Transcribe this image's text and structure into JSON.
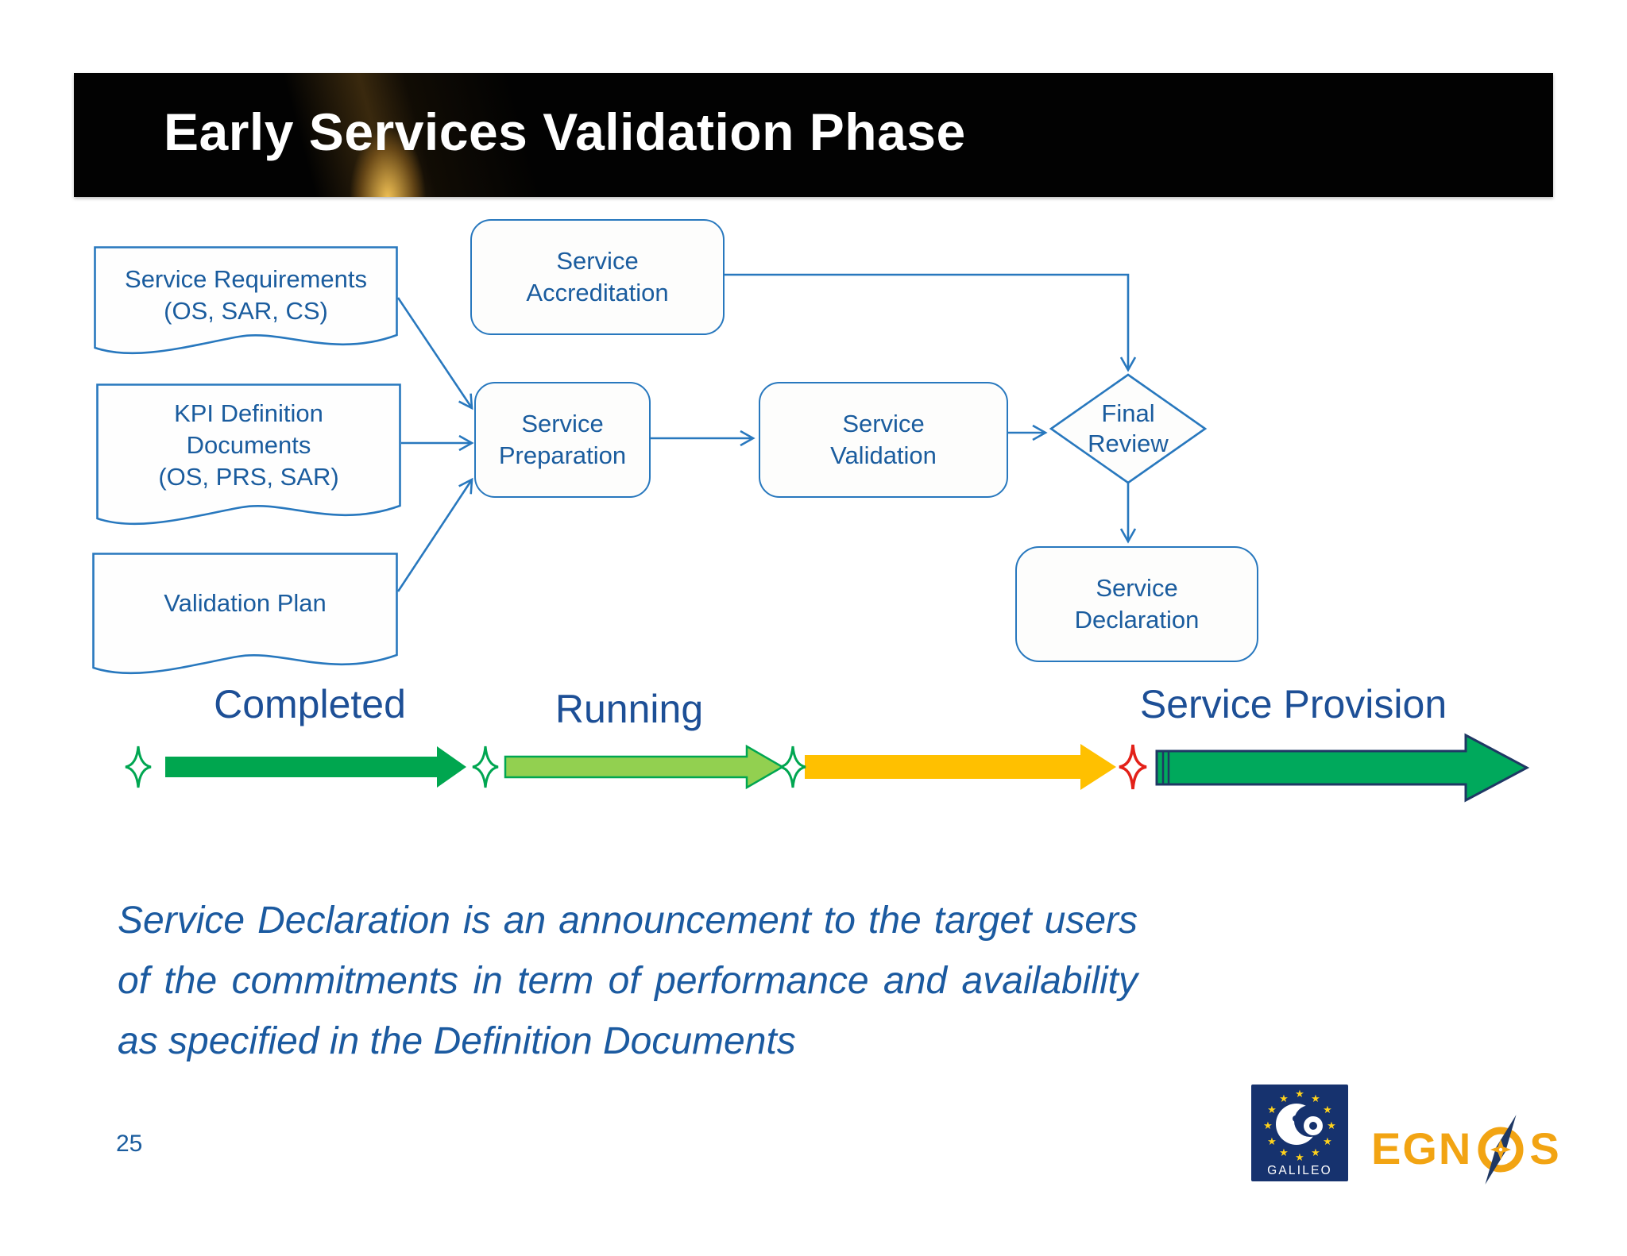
{
  "slide": {
    "title": "Early Services Validation Phase",
    "page_number": "25"
  },
  "flowchart": {
    "inputs": [
      {
        "lines": [
          "Service Requirements",
          "(OS, SAR, CS)"
        ]
      },
      {
        "lines": [
          "KPI Definition",
          "Documents",
          "(OS, PRS, SAR)"
        ]
      },
      {
        "lines": [
          "Validation Plan"
        ]
      }
    ],
    "steps": [
      {
        "lines": [
          "Service",
          "Accreditation"
        ]
      },
      {
        "lines": [
          "Service",
          "Preparation"
        ]
      },
      {
        "lines": [
          "Service",
          "Validation"
        ]
      },
      {
        "lines": [
          "Service",
          "Declaration"
        ]
      }
    ],
    "decision": {
      "lines": [
        "Final",
        "Review"
      ]
    },
    "line_color": "#2878BE",
    "text_color": "#1A5C9E"
  },
  "timeline": {
    "completed_label": "Completed",
    "running_label": "Running",
    "provision_label": "Service Provision",
    "colors": {
      "completed": "#00A64F",
      "running": "#92D050",
      "running_outline": "#00A651",
      "pending": "#FFC000",
      "provision": "#00A95C",
      "provision_outline": "#1F3864",
      "milestone_green": "#00A651",
      "milestone_red": "#E32119"
    }
  },
  "note": {
    "lines": [
      "Service Declaration is an announcement to the target users",
      "of the commitments in term of performance and availability",
      "as specified in the Definition Documents"
    ]
  },
  "footer": {
    "galileo_label": "GALILEO",
    "egnos_prefix": "EGN",
    "egnos_suffix": "S"
  }
}
